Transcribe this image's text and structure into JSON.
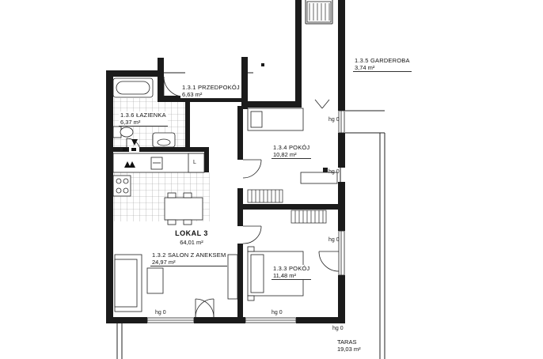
{
  "unit": {
    "name": "LOKAL 3",
    "area": "64,01 m²"
  },
  "rooms": [
    {
      "id": "1.3.1",
      "name": "1.3.1 PRZEDPOKÓJ",
      "area": "6,63 m²"
    },
    {
      "id": "1.3.2",
      "name": "1.3.2 SALON Z ANEKSEM",
      "area": "24,97 m²"
    },
    {
      "id": "1.3.3",
      "name": "1.3.3 POKÓJ",
      "area": "11,48 m²"
    },
    {
      "id": "1.3.4",
      "name": "1.3.4 POKÓJ",
      "area": "10,82 m²"
    },
    {
      "id": "1.3.5",
      "name": "1.3.5 GARDEROBA",
      "area": "3,74 m²"
    },
    {
      "id": "1.3.6",
      "name": "1.3.6 ŁAZIENKA",
      "area": "6,37 m²"
    }
  ],
  "terrace": {
    "name": "TARAS",
    "area": "19,03 m²"
  },
  "window_marks": [
    "hg 0",
    "hg 0",
    "hg 0",
    "hg 0",
    "hg 0",
    "hg 0"
  ],
  "fridge_mark": "L"
}
